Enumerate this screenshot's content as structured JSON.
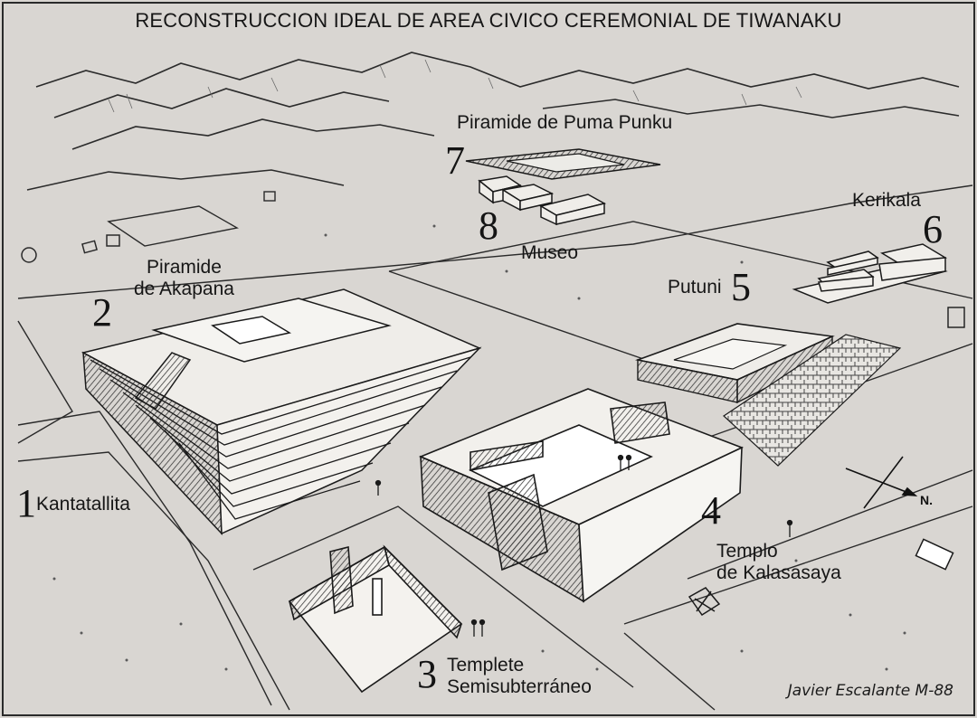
{
  "title": "RECONSTRUCCION IDEAL DE AREA CIVICO CEREMONIAL DE TIWANAKU",
  "sites": [
    {
      "number": "1",
      "name": "Kantatallita"
    },
    {
      "number": "2",
      "name": "Piramide\nde Akapana"
    },
    {
      "number": "3",
      "name": "Templete\nSemisubterráneo"
    },
    {
      "number": "4",
      "name": "Templo\nde Kalasasaya"
    },
    {
      "number": "5",
      "name": "Putuni"
    },
    {
      "number": "6",
      "name": "Kerikala"
    },
    {
      "number": "7",
      "name": "Piramide de Puma Punku"
    },
    {
      "number": "8",
      "name": "Museo"
    }
  ],
  "compass": {
    "north_label": "N."
  },
  "signature": "Javier Escalante M-88",
  "colors": {
    "paper": "#d9d6d2",
    "ink": "#1a1a1a",
    "fill_light": "#f2f0ec",
    "hatch": "#555555"
  }
}
